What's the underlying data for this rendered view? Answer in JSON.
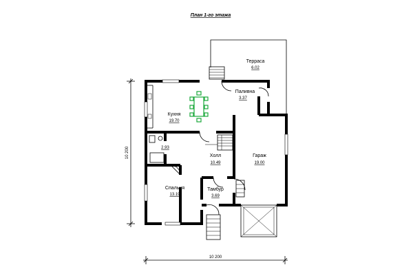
{
  "title": "План 1-го этажа",
  "rooms": {
    "terrace": {
      "name": "Терраса",
      "area": "6.02"
    },
    "boiler": {
      "name": "Паливна",
      "area": "3.37"
    },
    "kitchen": {
      "name": "Кухня",
      "area": "19.70"
    },
    "bath": {
      "name": "",
      "area": "2.93"
    },
    "hall": {
      "name": "Холл",
      "area": "10.49"
    },
    "garage": {
      "name": "Гараж",
      "area": "19.00"
    },
    "bedroom": {
      "name": "Спальня",
      "area": "13.19"
    },
    "vestibule": {
      "name": "Тамбур",
      "area": "3.69"
    }
  },
  "dimensions": {
    "horizontal": "10 200",
    "vertical": "10 200"
  }
}
